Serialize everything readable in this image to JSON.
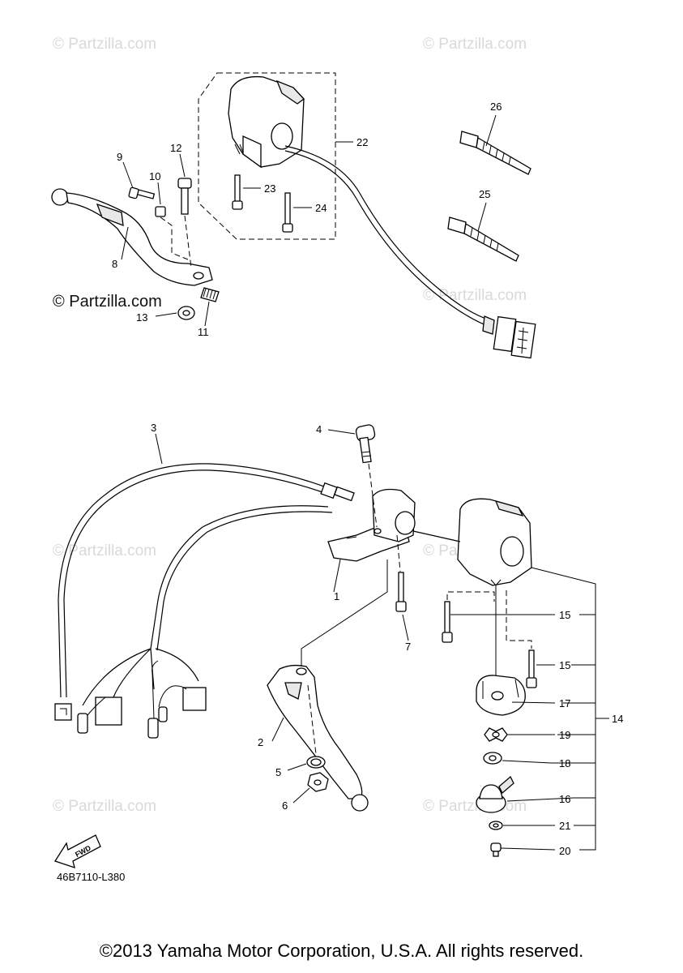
{
  "watermark": {
    "text": "© Partzilla.com",
    "prominent_text": "© Partzilla.com"
  },
  "diagram_code": "46B7110-L380",
  "fwd_label": "FWD",
  "copyright": "©2013 Yamaha Motor Corporation, U.S.A. All rights reserved.",
  "callouts": {
    "p1": "1",
    "p2": "2",
    "p3": "3",
    "p4": "4",
    "p5": "5",
    "p6": "6",
    "p7": "7",
    "p8": "8",
    "p9": "9",
    "p10": "10",
    "p11": "11",
    "p12": "12",
    "p13": "13",
    "p14": "14",
    "p15a": "15",
    "p15b": "15",
    "p16": "16",
    "p17": "17",
    "p18": "18",
    "p19": "19",
    "p20": "20",
    "p21": "21",
    "p22": "22",
    "p23": "23",
    "p24": "24",
    "p25": "25",
    "p26": "26"
  }
}
